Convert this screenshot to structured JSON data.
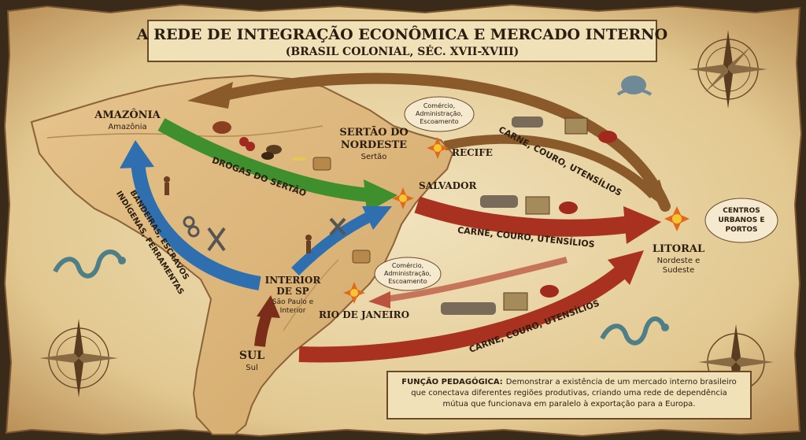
{
  "title": {
    "main": "A REDE DE INTEGRAÇÃO ECONÔMICA E MERCADO INTERNO",
    "sub": "(BRASIL COLONIAL, SÉC. XVII-XVIII)"
  },
  "regions": {
    "amazonia": {
      "name": "AMAZÔNIA",
      "sub": "Amazônia"
    },
    "sertao": {
      "name_line1": "SERTÃO DO",
      "name_line2": "NORDESTE",
      "sub": "Sertão"
    },
    "sp": {
      "name_line1": "INTERIOR",
      "name_line2": "DE SP",
      "sub_line1": "São Paulo e",
      "sub_line2": "Interior"
    },
    "sul": {
      "name": "SUL",
      "sub": "Sul"
    },
    "litoral": {
      "name": "LITORAL",
      "sub_line1": "Nordeste e",
      "sub_line2": "Sudeste"
    }
  },
  "cities": {
    "recife": "RECIFE",
    "salvador": "SALVADOR",
    "rio": "RIO DE JANEIRO"
  },
  "bubbles": {
    "recife": [
      "Comércio,",
      "Administração,",
      "Escoamento"
    ],
    "rio": [
      "Comércio,",
      "Administração,",
      "Escoamento"
    ],
    "centros": [
      "CENTROS",
      "URBANOS E",
      "PORTOS"
    ]
  },
  "flows": {
    "drogas": "DROGAS DO SERTÃO",
    "bandeiras_line1": "BANDEIRAS, ESCRAVOS",
    "bandeiras_line2": "INDÍGENAS, FERRAMENTAS",
    "recife_route": "CARNE, COURO, UTENSÍLIOS",
    "salvador_route": "CARNE, COURO, UTENSÍLIOS",
    "sul_route": "CARNE, COURO, UTENSÍLIOS"
  },
  "footer": {
    "label": "FUNÇÃO PEDAGÓGICA:",
    "line1": "Demonstrar a existência de um mercado interno brasileiro",
    "line2": "que conectava diferentes regiões produtivas, criando uma rede de dependência",
    "line3": "mútua que funcionava em paralelo à exportação para a Europa."
  },
  "colors": {
    "parchment": "#ecd9ae",
    "land": "#dcb77e",
    "brown_arrow": "#8a5a2b",
    "green_arrow": "#3f8f2e",
    "blue_arrow": "#2f6fb0",
    "red_arrow": "#a8321f",
    "ink": "#2b1d10"
  }
}
